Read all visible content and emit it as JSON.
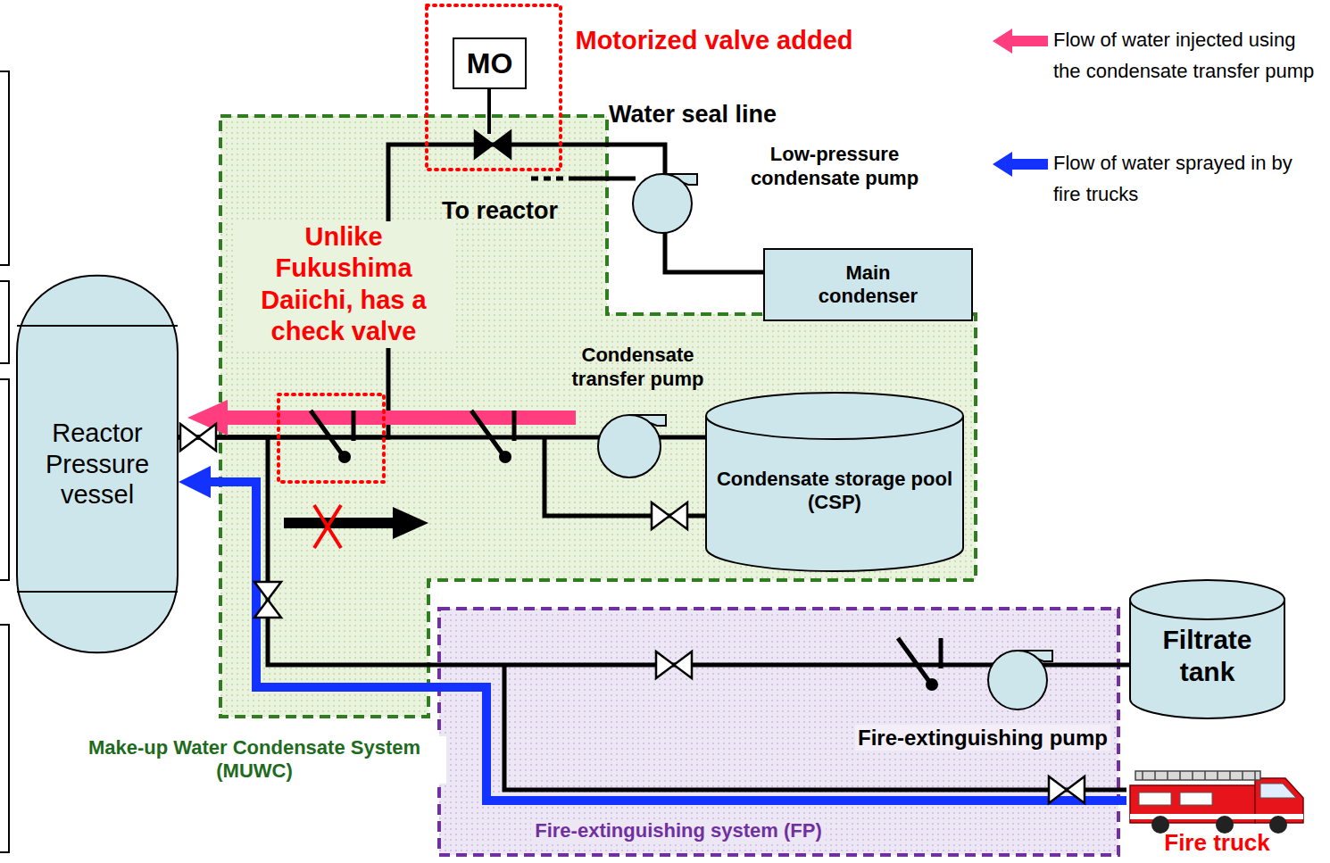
{
  "diagram": {
    "nodes": [
      {
        "text": [
          "Make-up Water Condensate System (MUWC)"
        ]
      },
      {
        "text": [
          "Fire-extinguishing system (FP)"
        ]
      },
      {
        "text": [
          "Reactor Pressure vessel"
        ]
      },
      {
        "text": [
          "MO"
        ]
      },
      {
        "text": [
          "Main condenser"
        ]
      },
      {
        "text": [
          "Condensate storage pool (CSP)"
        ],
        "in": 0
      },
      {
        "text": [
          "Filtrate tank"
        ]
      },
      {
        "text": [
          "Fire truck"
        ]
      }
    ],
    "edges": [
      {
        "from": 5,
        "to": 2,
        "arrow": "none"
      },
      {
        "from": 6,
        "to": 2,
        "arrow": "none"
      },
      {
        "from": 7,
        "to": 2,
        "arrow": "to"
      },
      {
        "from": 4,
        "to": 2,
        "arrow": "none"
      }
    ],
    "labels": [
      "Motorized valve added",
      "Water seal line",
      "Low-pressure condensate pump",
      "To reactor",
      "Unlike Fukushima Daiichi, has a check valve",
      "Condensate transfer pump",
      "Fire-extinguishing pump"
    ],
    "legend": [
      {
        "text": "Flow of water injected using the condensate transfer pump",
        "color": "#ff3d7f"
      },
      {
        "text": "Flow of water sprayed in by fire trucks",
        "color": "#1432ff"
      }
    ]
  }
}
